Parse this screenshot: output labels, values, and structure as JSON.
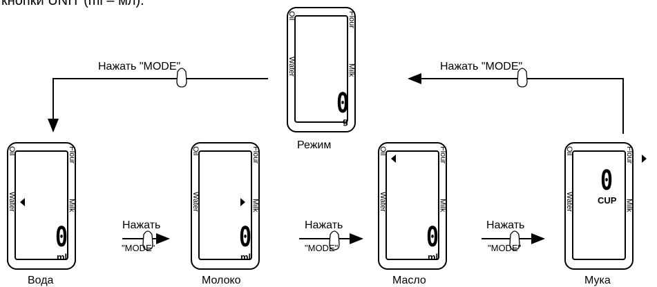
{
  "header": {
    "fragment": "кнопки UNIT (ml – мл)."
  },
  "center_display": {
    "caption": "Режим",
    "left_top": "Oil",
    "left_mid": "Water",
    "right_top": "Flour",
    "right_mid": "Milk",
    "value": "0",
    "unit": "g"
  },
  "displays": [
    {
      "caption": "Вода",
      "left_top": "Oil",
      "left_mid": "Water",
      "right_top": "Flour",
      "right_mid": "Milk",
      "value": "0",
      "unit": "ml"
    },
    {
      "caption": "Молоко",
      "left_top": "Oil",
      "left_mid": "Water",
      "right_top": "Flour",
      "right_mid": "Milk",
      "value": "0",
      "unit": "ml"
    },
    {
      "caption": "Масло",
      "left_top": "Oil",
      "left_mid": "Water",
      "right_top": "Flour",
      "right_mid": "Milk",
      "value": "0",
      "unit": "ml"
    },
    {
      "caption": "Мука",
      "left_top": "Oil",
      "left_mid": "Water",
      "right_top": "Flour",
      "right_mid": "Milk",
      "value": "0",
      "unit": "CUP"
    }
  ],
  "transitions": {
    "top_left": "Нажать \"MODE\"",
    "top_right": "Нажать \"MODE\"",
    "press": "Нажать",
    "mode": "\"MODE\""
  },
  "icons": {
    "finger": "finger-press-icon",
    "arrow": "arrow-icon"
  }
}
